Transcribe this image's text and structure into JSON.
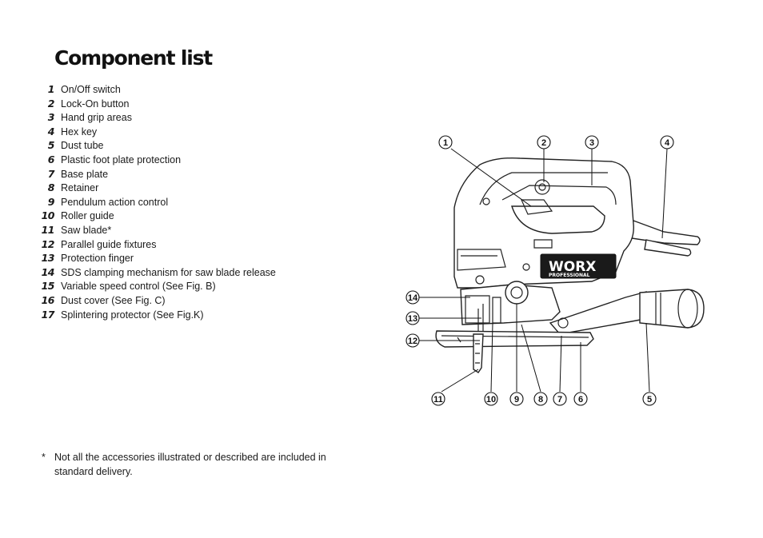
{
  "title": "Component list",
  "components": [
    {
      "num": "1",
      "label": "On/Off switch"
    },
    {
      "num": "2",
      "label": "Lock-On button"
    },
    {
      "num": "3",
      "label": "Hand grip areas"
    },
    {
      "num": "4",
      "label": "Hex key"
    },
    {
      "num": "5",
      "label": "Dust tube"
    },
    {
      "num": "6",
      "label": "Plastic foot plate protection"
    },
    {
      "num": "7",
      "label": "Base plate"
    },
    {
      "num": "8",
      "label": "Retainer"
    },
    {
      "num": "9",
      "label": "Pendulum action control"
    },
    {
      "num": "10",
      "label": "Roller guide"
    },
    {
      "num": "11",
      "label": "Saw blade*"
    },
    {
      "num": "12",
      "label": "Parallel guide fixtures"
    },
    {
      "num": "13",
      "label": "Protection finger"
    },
    {
      "num": "14",
      "label": "SDS clamping mechanism for saw blade release"
    },
    {
      "num": "15",
      "label": "Variable speed control (See Fig. B)"
    },
    {
      "num": "16",
      "label": "Dust cover (See Fig. C)"
    },
    {
      "num": "17",
      "label": "Splintering protector (See Fig.K)"
    }
  ],
  "footnote": {
    "mark": "*",
    "text": "Not all the accessories illustrated or described are included in standard delivery."
  },
  "diagram": {
    "brand": "WORX",
    "brand_sub": "PROFESSIONAL",
    "callouts": [
      "1",
      "2",
      "3",
      "4",
      "14",
      "13",
      "12",
      "11",
      "10",
      "9",
      "8",
      "7",
      "6",
      "5"
    ]
  }
}
